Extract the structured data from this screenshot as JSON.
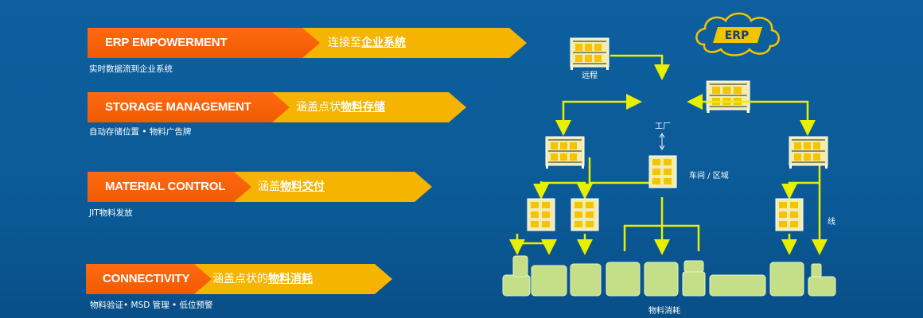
{
  "features": [
    {
      "en": "ERP EMPOWERMENT",
      "cn_plain": "连接至",
      "cn_highlight": "企业系统",
      "sub": "实时数据流到企业系统"
    },
    {
      "en": "STORAGE MANAGEMENT",
      "cn_plain": "涵盖点状",
      "cn_highlight": "物料存储",
      "sub": "自动存储位置 • 物料广告牌"
    },
    {
      "en": "MATERIAL CONTROL",
      "cn_plain": "涵盖",
      "cn_highlight": "物料交付",
      "sub": "JIT物料发放"
    },
    {
      "en": "CONNECTIVITY",
      "cn_plain": "涵盖点状的",
      "cn_highlight": "物料消耗",
      "sub": "物料验证• MSD 管理 • 低位预警"
    }
  ],
  "diagram": {
    "erp_label": "ERP",
    "remote_label": "远程",
    "factory_label": "工厂",
    "workshop_label": "车间 / 区域",
    "line_label": "线",
    "consumption_label": "物料消耗"
  },
  "colors": {
    "background": "#0b5b98",
    "orange": "#f05a00",
    "yellow": "#f5b400",
    "connector": "#e8f000",
    "machine": "#c4df88"
  }
}
